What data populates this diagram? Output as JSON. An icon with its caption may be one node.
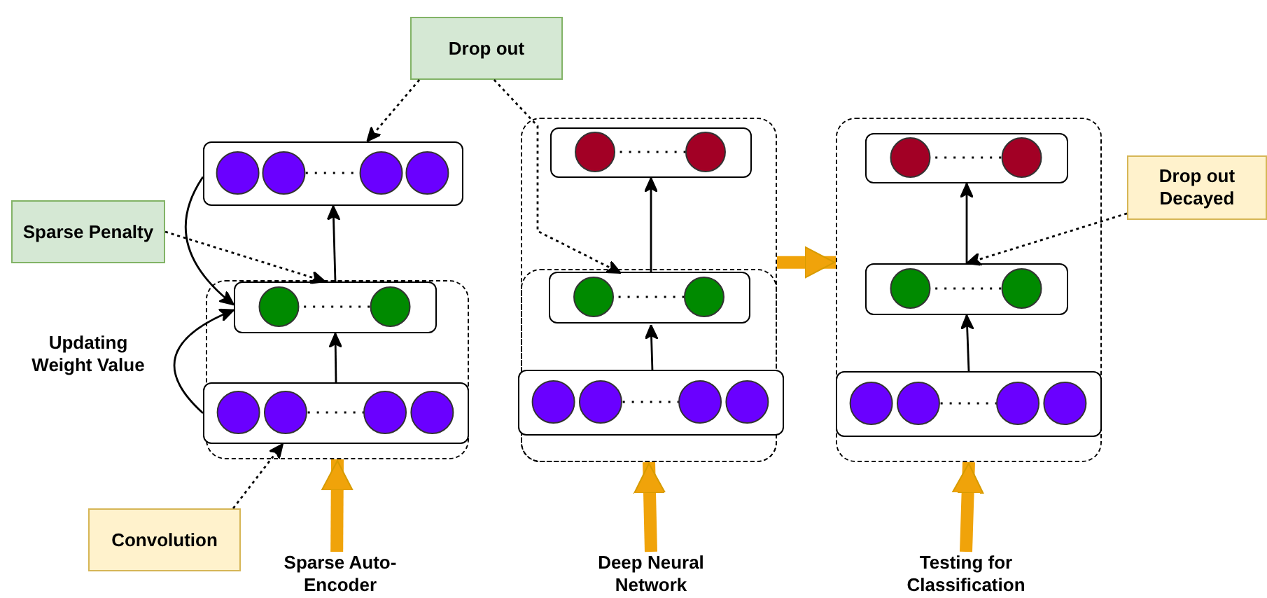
{
  "diagram": {
    "nodes": [
      {
        "text": [
          "Drop out"
        ]
      },
      {
        "text": [],
        "shape": "box"
      },
      {
        "text": [],
        "shape": "box"
      },
      {
        "text": [],
        "shape": "box",
        "in": 2
      },
      {
        "text": [],
        "shape": "box",
        "in": 2
      },
      {
        "text": [
          "Sparse Penalty"
        ]
      },
      {
        "text": [
          "Convolution"
        ]
      },
      {
        "text": [],
        "shape": "box"
      },
      {
        "text": [],
        "shape": "box",
        "in": 7
      },
      {
        "text": [],
        "shape": "box",
        "in": 7
      },
      {
        "text": [],
        "shape": "box",
        "in": 9
      },
      {
        "text": [],
        "shape": "box",
        "in": 9
      },
      {
        "text": [],
        "shape": "box"
      },
      {
        "text": [],
        "shape": "box",
        "in": 12
      },
      {
        "text": [],
        "shape": "box",
        "in": 12
      },
      {
        "text": [],
        "shape": "box",
        "in": 12
      },
      {
        "text": [
          "Drop out Decayed"
        ]
      },
      {
        "text": [
          "Sparse Auto-Encoder"
        ]
      },
      {
        "text": [
          "Deep Neural Network"
        ]
      },
      {
        "text": [
          "Testing for Classification"
        ]
      }
    ],
    "edges": [
      {
        "from": 4,
        "to": 3,
        "arrow": "to"
      },
      {
        "from": 3,
        "to": 1,
        "arrow": "to"
      },
      {
        "from": 1,
        "to": 3,
        "arrow": "to"
      },
      {
        "from": 4,
        "to": 3,
        "arrow": "to"
      },
      {
        "from": 0,
        "to": 1,
        "arrow": "to",
        "style": "dashed"
      },
      {
        "from": 5,
        "to": 3,
        "arrow": "to",
        "style": "dashed"
      },
      {
        "from": 6,
        "to": 4,
        "arrow": "to",
        "style": "dashed"
      },
      {
        "from": 17,
        "to": 2,
        "arrow": "to",
        "style": "thick",
        "color": "#f0a30a"
      },
      {
        "from": 11,
        "to": 10,
        "arrow": "to"
      },
      {
        "from": 10,
        "to": 8,
        "arrow": "to"
      },
      {
        "from": 0,
        "to": 10,
        "arrow": "to",
        "style": "dashed"
      },
      {
        "from": 18,
        "to": 7,
        "arrow": "to",
        "style": "thick",
        "color": "#f0a30a"
      },
      {
        "from": 7,
        "to": 12,
        "arrow": "to",
        "style": "thick",
        "color": "#f0a30a"
      },
      {
        "from": 15,
        "to": 14,
        "arrow": "to"
      },
      {
        "from": 14,
        "to": 13,
        "arrow": "to"
      },
      {
        "from": 16,
        "to": 14,
        "arrow": "to",
        "style": "dashed"
      },
      {
        "from": 19,
        "to": 12,
        "arrow": "to",
        "style": "thick",
        "color": "#f0a30a"
      }
    ],
    "labels": [
      "Updating Weight Value"
    ]
  }
}
